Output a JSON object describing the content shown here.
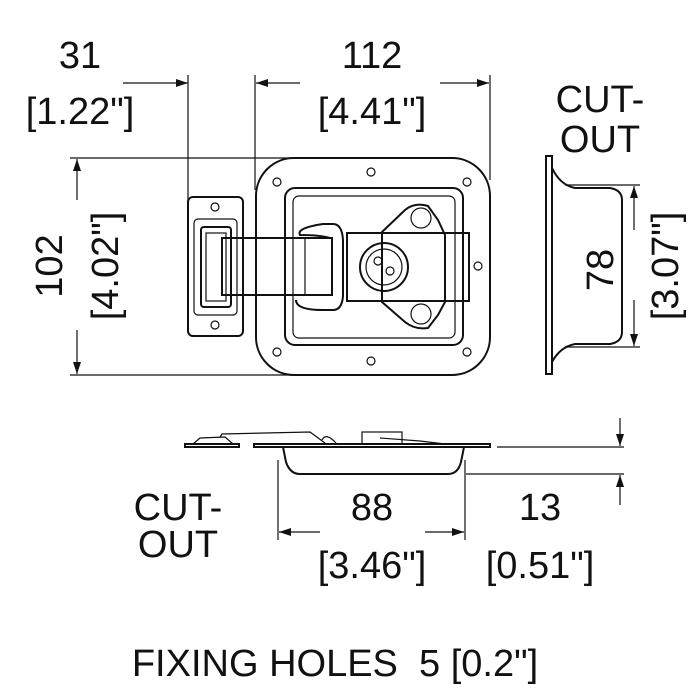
{
  "dims": {
    "latch_offset": {
      "mm": "31",
      "in": "[1.22\"]"
    },
    "width": {
      "mm": "112",
      "in": "[4.41\"]"
    },
    "height": {
      "mm": "102",
      "in": "[4.02\"]"
    },
    "cutout_height": {
      "mm": "78",
      "in": "[3.07\"]"
    },
    "cutout_width": {
      "mm": "88",
      "in": "[3.46\"]"
    },
    "depth": {
      "mm": "13",
      "in": "[0.51\"]"
    }
  },
  "labels": {
    "cutout_right_1": "CUT-",
    "cutout_right_2": "OUT",
    "cutout_bottom_1": "CUT-",
    "cutout_bottom_2": "OUT",
    "fixing_holes": "FIXING HOLES  5 [0.2\"]"
  }
}
